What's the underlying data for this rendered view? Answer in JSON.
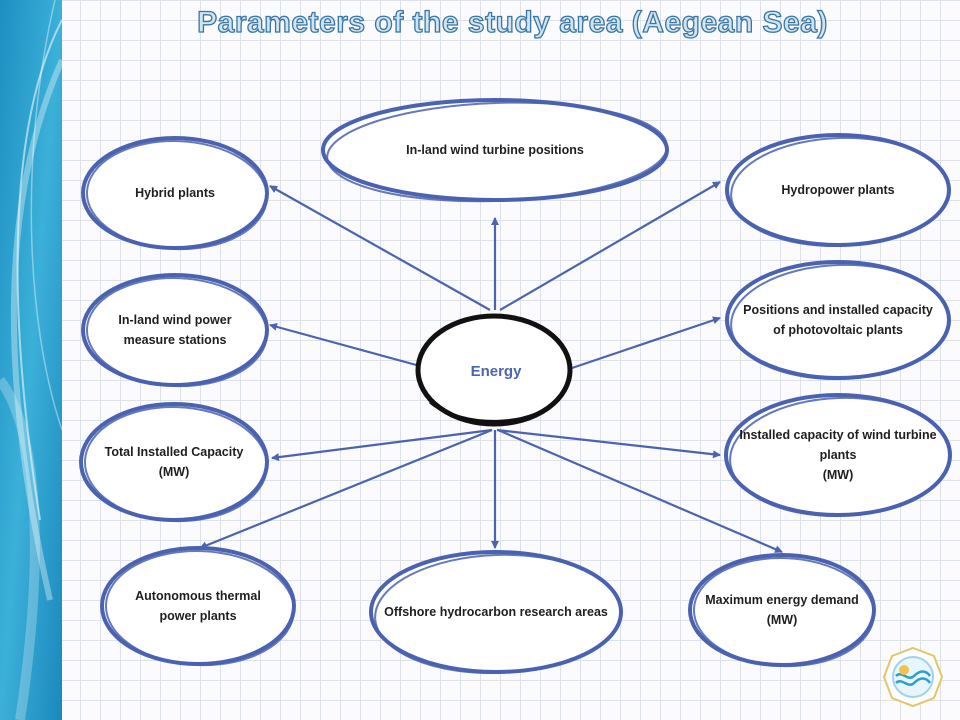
{
  "title": "Parameters of the study area  (Aegean Sea)",
  "colors": {
    "ellipse_stroke": "#4a62b0",
    "arrow": "#4c64b0",
    "center_stroke": "#111111",
    "center_text": "#4a66ad",
    "sidebar": "#2d9fce",
    "title_fill": "#cfe6f2",
    "title_stroke": "#3a75a4"
  },
  "center": {
    "label": "Energy"
  },
  "nodes": [
    {
      "id": "inland-wind-turbine-positions",
      "lines": [
        "In-land wind turbine positions"
      ]
    },
    {
      "id": "hybrid-plants",
      "lines": [
        "Hybrid plants"
      ]
    },
    {
      "id": "hydropower-plants",
      "lines": [
        "Hydropower plants"
      ]
    },
    {
      "id": "inland-wind-power-measure-stations",
      "lines": [
        "In-land wind power",
        "measure stations"
      ]
    },
    {
      "id": "photovoltaic-plants",
      "lines": [
        "Positions and installed capacity",
        "of photovoltaic plants"
      ]
    },
    {
      "id": "total-installed-capacity",
      "lines": [
        "Total Installed Capacity",
        "(MW)"
      ]
    },
    {
      "id": "wind-turbine-plants-capacity",
      "lines": [
        "Installed capacity of wind turbine",
        "plants",
        "(MW)"
      ]
    },
    {
      "id": "autonomous-thermal-power-plants",
      "lines": [
        "Autonomous thermal",
        "power plants"
      ]
    },
    {
      "id": "offshore-hydrocarbon-research-areas",
      "lines": [
        "Offshore hydrocarbon research areas"
      ]
    },
    {
      "id": "maximum-energy-demand",
      "lines": [
        "Maximum energy demand",
        "(MW)"
      ]
    }
  ]
}
